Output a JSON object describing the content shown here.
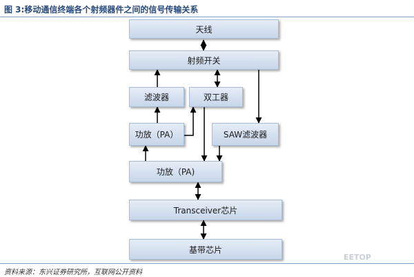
{
  "header": {
    "title": "图 3:移动通信终端各个射频器件之间的信号传输关系"
  },
  "diagram": {
    "nodes": {
      "antenna": "天线",
      "rf_switch": "射频开关",
      "filter": "滤波器",
      "duplexer": "双工器",
      "pa_upper": "功放（PA）",
      "saw_filter": "SAW滤波器",
      "pa_lower": "功放（PA)",
      "transceiver": "Transceiver芯片",
      "baseband": "基带芯片"
    }
  },
  "footer": {
    "source": "资料来源：东兴证券研究所，互联网公开资料"
  },
  "watermark": {
    "text": "EETOP"
  },
  "colors": {
    "box_top": "#e6edf6",
    "box_bottom": "#c7d6ea",
    "title": "#2a4a7a",
    "edge": "#000000"
  }
}
